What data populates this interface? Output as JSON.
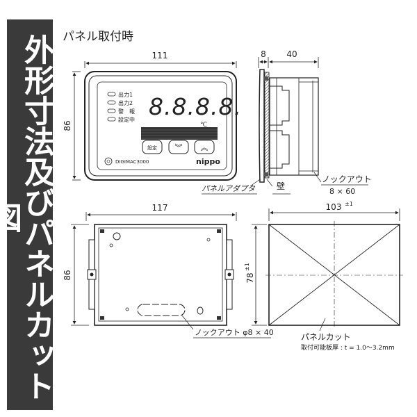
{
  "side_title": "外形寸法及びパネルカット図",
  "panel_mount_title": "パネル取付時",
  "front_view": {
    "width_dim": "111",
    "height_dim": "86",
    "indicators": [
      "出力1",
      "出力2",
      "警　報",
      "設定中"
    ],
    "display_value": "8.8.8.8.",
    "unit": "℃",
    "buttons": {
      "set": "設定",
      "down": "︾",
      "up": "︽"
    },
    "model": "DIGIMAC3000",
    "brand": "nippo"
  },
  "side_view": {
    "depth_front": "8",
    "depth_body": "40",
    "adapter_label": "パネルアダプタ",
    "wall_label": "壁",
    "knockout_label": "ノックアウト",
    "knockout_size": "8 × 60"
  },
  "back_view": {
    "width_dim": "117",
    "height_dim": "86",
    "knockout_label": "ノックアウト φ8 × 40"
  },
  "panel_cut": {
    "width_dim": "103",
    "width_tol": "±1",
    "height_dim": "78",
    "height_tol": "±1",
    "label": "パネルカット",
    "thickness_label": "取付可能板厚 : t = 1.0〜3.2mm"
  }
}
